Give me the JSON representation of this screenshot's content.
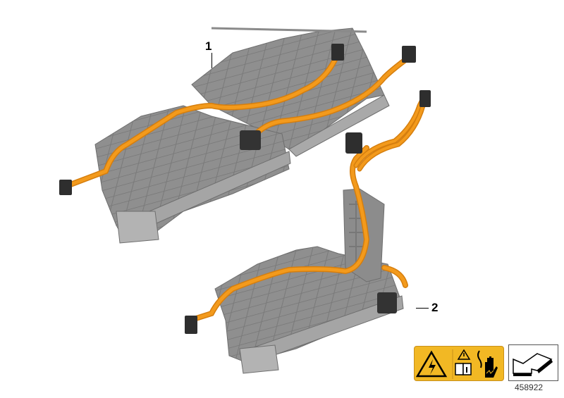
{
  "diagram": {
    "callouts": [
      {
        "number": "1",
        "part": "upper harness assembly"
      },
      {
        "number": "2",
        "part": "lower harness assembly"
      }
    ],
    "diagram_id": "458922",
    "colors": {
      "cable": "#f39a1c",
      "tray": "#8e8e8e",
      "tray_dark": "#6e6e6e",
      "tray_light": "#b4b4b4",
      "connector": "#2e2e2e",
      "warning_label": "#f2b824"
    },
    "icons": [
      "high-voltage-warning-icon",
      "caution-triangle-icon",
      "manual-info-icon",
      "electric-hand-icon",
      "page-fold-arrow-icon"
    ]
  }
}
